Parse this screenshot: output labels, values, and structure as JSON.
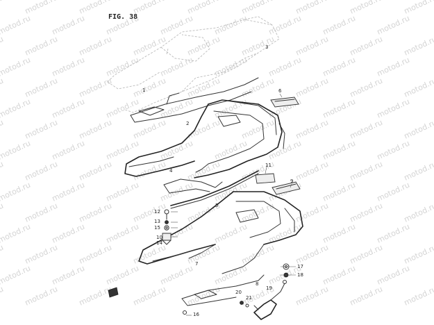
{
  "figure": {
    "title": "FIG. 38"
  },
  "watermark": {
    "text": "motod.ru"
  },
  "callouts": [
    {
      "id": "c1",
      "label": "1"
    },
    {
      "id": "c2",
      "label": "2"
    },
    {
      "id": "c3",
      "label": "3"
    },
    {
      "id": "c4",
      "label": "4"
    },
    {
      "id": "c5",
      "label": "5"
    },
    {
      "id": "c6",
      "label": "6"
    },
    {
      "id": "c7",
      "label": "7"
    },
    {
      "id": "c8",
      "label": "8"
    },
    {
      "id": "c9",
      "label": "9"
    },
    {
      "id": "c10",
      "label": "10"
    },
    {
      "id": "c11",
      "label": "11"
    },
    {
      "id": "c12",
      "label": "12"
    },
    {
      "id": "c13",
      "label": "13"
    },
    {
      "id": "c14",
      "label": "14"
    },
    {
      "id": "c15",
      "label": "15"
    },
    {
      "id": "c16",
      "label": "16"
    },
    {
      "id": "c17",
      "label": "17"
    },
    {
      "id": "c18",
      "label": "18"
    },
    {
      "id": "c19",
      "label": "19"
    },
    {
      "id": "c20",
      "label": "20"
    },
    {
      "id": "c21",
      "label": "21"
    }
  ]
}
